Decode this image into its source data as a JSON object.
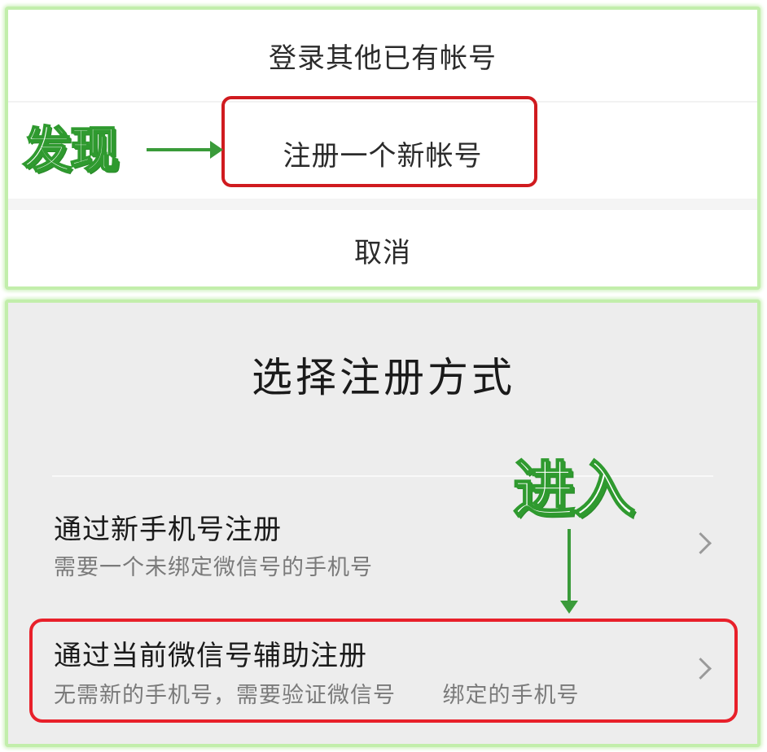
{
  "action_sheet": {
    "login_other_label": "登录其他已有帐号",
    "register_new_label": "注册一个新帐号",
    "cancel_label": "取消"
  },
  "annotations": {
    "discover_label": "发现",
    "enter_label": "进入",
    "highlight_color": "#d01b1f",
    "annotation_color": "#2f9a2f"
  },
  "register_page": {
    "title": "选择注册方式",
    "options": [
      {
        "title": "通过新手机号注册",
        "description": "需要一个未绑定微信号的手机号"
      },
      {
        "title": "通过当前微信号辅助注册",
        "description": "无需新的手机号，需要验证微信号      绑定的手机号"
      }
    ]
  }
}
